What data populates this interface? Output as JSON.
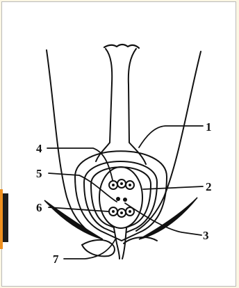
{
  "labels": {
    "l1": "1",
    "l2": "2",
    "l3": "3",
    "l4": "4",
    "l5": "5",
    "l6": "6",
    "l7": "7"
  },
  "colors": {
    "ink": "#111111",
    "background": "#fbf6e3",
    "accent_tab": "#f0901f"
  }
}
